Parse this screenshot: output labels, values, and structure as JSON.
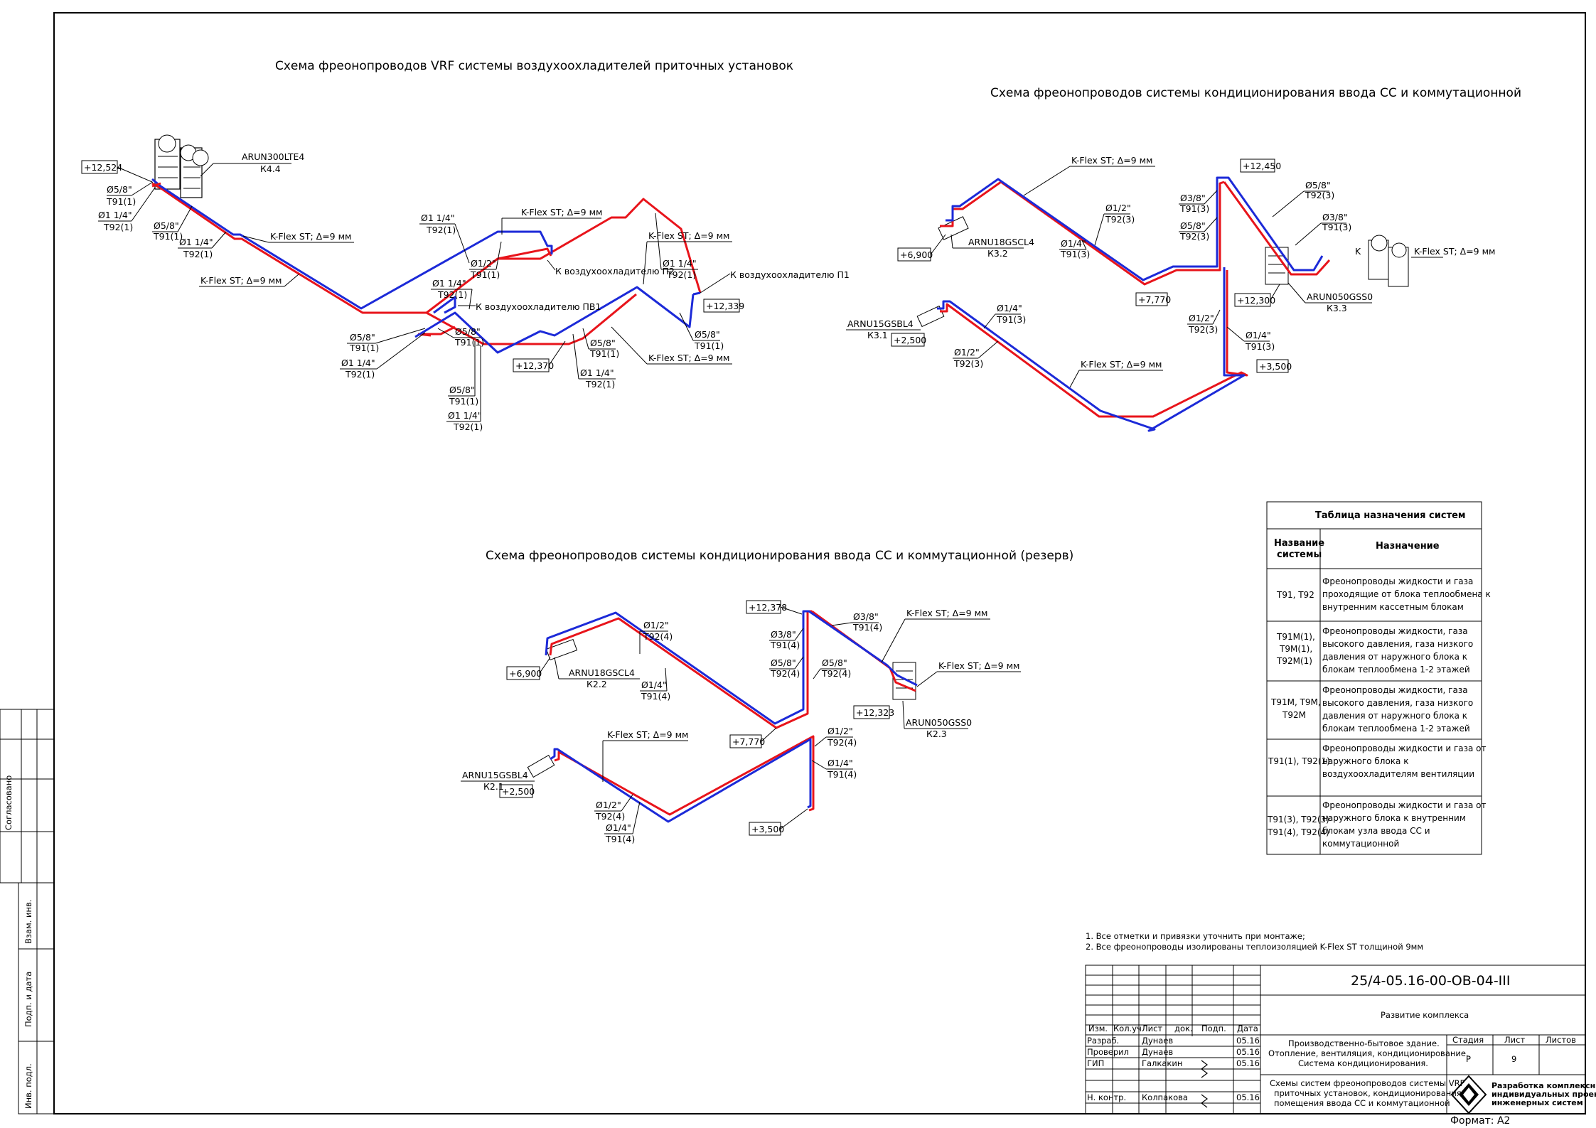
{
  "titles": {
    "vrf": "Схема фреонопроводов VRF системы воздухоохладителей приточных установок",
    "cond": "Схема фреонопроводов системы кондиционирования ввода СС и коммутационной",
    "reserve": "Схема фреонопроводов системы кондиционирования ввода СС и коммутационной (резерв)"
  },
  "vrf": {
    "unit_model": "ARUN300LTE4",
    "unit_tag": "К4.4",
    "elev_top": "+12,524",
    "elev_mid": "+12,370",
    "elev_right": "+12,339",
    "to_p2": "К воздухоохладителю П2",
    "to_p1": "К воздухоохладителю П1",
    "to_pv1": "К воздухоохладителю ПВ1",
    "kflex": "K-Flex ST; Δ=9 мм",
    "d58": "Ø5/8\"",
    "d114": "Ø1 1/4\"",
    "d12": "Ø1/2\"",
    "t91_1": "Т91(1)",
    "t92_1": "Т92(1)"
  },
  "cond": {
    "elev_top": "+12,450",
    "elev_6900": "+6,900",
    "elev_7770": "+7,770",
    "elev_12300": "+12,300",
    "elev_2500": "+2,500",
    "elev_3500": "+3,500",
    "unit_outdoor": "ARUN050GSS0",
    "unit_outdoor_tag": "К3.3",
    "unit_18": "ARNU18GSCL4",
    "unit_18_tag": "К3.2",
    "unit_15": "ARNU15GSBL4",
    "unit_15_tag": "К3.1",
    "kflex": "K-Flex ST; Δ=9 мм",
    "d58": "Ø5/8\"",
    "d38": "Ø3/8\"",
    "d12": "Ø1/2\"",
    "d14": "Ø1/4\"",
    "t91_3": "Т91(3)",
    "t92_3": "Т92(3)",
    "k_trunc": "K"
  },
  "reserve": {
    "elev_top": "+12,378",
    "elev_6900": "+6,900",
    "elev_7770": "+7,770",
    "elev_12323": "+12,323",
    "elev_2500": "+2,500",
    "elev_3500": "+3,500",
    "unit_outdoor": "ARUN050GSS0",
    "unit_outdoor_tag": "К2.3",
    "unit_18": "ARNU18GSCL4",
    "unit_18_tag": "К2.2",
    "unit_15": "ARNU15GSBL4",
    "unit_15_tag": "К2.1",
    "kflex": "K-Flex ST; Δ=9 мм",
    "d58": "Ø5/8\"",
    "d38": "Ø3/8\"",
    "d12": "Ø1/2\"",
    "d14": "Ø1/4\"",
    "t91_4": "Т91(4)",
    "t92_4": "Т92(4)"
  },
  "table": {
    "title": "Таблица назначения систем",
    "col1": [
      "Название",
      "системы"
    ],
    "col2": "Назначение",
    "rows": [
      {
        "name": [
          "Т91, Т92"
        ],
        "desc": [
          "Фреонопроводы жидкости и газа",
          "проходящие от блока теплообмена к",
          "внутренним кассетным блокам"
        ]
      },
      {
        "name": [
          "Т91М(1),",
          "Т9М(1),",
          "Т92М(1)"
        ],
        "desc": [
          "Фреонопроводы жидкости, газа",
          "высокого давления, газа низкого",
          "давления от наружного блока к",
          "блокам теплообмена 1-2 этажей"
        ]
      },
      {
        "name": [
          "Т91М, Т9М,",
          "Т92М"
        ],
        "desc": [
          "Фреонопроводы жидкости, газа",
          "высокого давления, газа низкого",
          "давления от наружного блока к",
          "блокам теплообмена 1-2 этажей"
        ]
      },
      {
        "name": [
          "Т91(1), Т92(1)"
        ],
        "desc": [
          "Фреонопроводы жидкости и газа от",
          "наружного блока к",
          "воздухоохладителям вентиляции"
        ]
      },
      {
        "name": [
          "Т91(3), Т92(3)",
          "Т91(4), Т92(4)"
        ],
        "desc": [
          "Фреонопроводы жидкости и газа от",
          "наружного блока к внутренним",
          "блокам узла ввода СС и",
          "коммутационной"
        ]
      }
    ]
  },
  "notes": [
    "1. Все отметки и привязки уточнить при монтаже;",
    "2. Все фреонопроводы изолированы теплоизоляцией K-Flex ST толщиной 9мм"
  ],
  "stamp": {
    "code": "25/4-05.16-00-ОВ-04-III",
    "project": "Развитие комплекса",
    "headers": [
      "Изм.",
      "Кол.уч",
      "Лист",
      "док.",
      "Подп.",
      "Дата"
    ],
    "people": [
      {
        "role": "Разраб.",
        "name": "Дунаев",
        "date": "05.16"
      },
      {
        "role": "Проверил",
        "name": "Дунаев",
        "date": "05.16"
      },
      {
        "role": "ГИП",
        "name": "Галкакин",
        "date": "05.16"
      },
      {
        "role": "Н. контр.",
        "name": "Колпакова",
        "date": "05.16"
      }
    ],
    "building": [
      "Производственно-бытовое здание.",
      "Отопление, вентиляция, кондиционирование.",
      "Система кондиционирования."
    ],
    "sheet_title": [
      "Схемы систем фреонопроводов системы VRF",
      "приточных установок, кондиционирования",
      "помещения ввода СС и коммутационной"
    ],
    "stage_h": "Стадия",
    "sheet_h": "Лист",
    "sheets_h": "Листов",
    "stage": "Р",
    "sheet": "9",
    "org": [
      "Разработка комплексных",
      "индивидуальных проектов",
      "инженерных систем"
    ],
    "format": "Формат: А2"
  },
  "sidebar": {
    "agreed": "Согласовано",
    "inv_repl": "Взам. инв.",
    "sign_date": "Подп. и дата",
    "inv_orig": "Инв. подл."
  }
}
